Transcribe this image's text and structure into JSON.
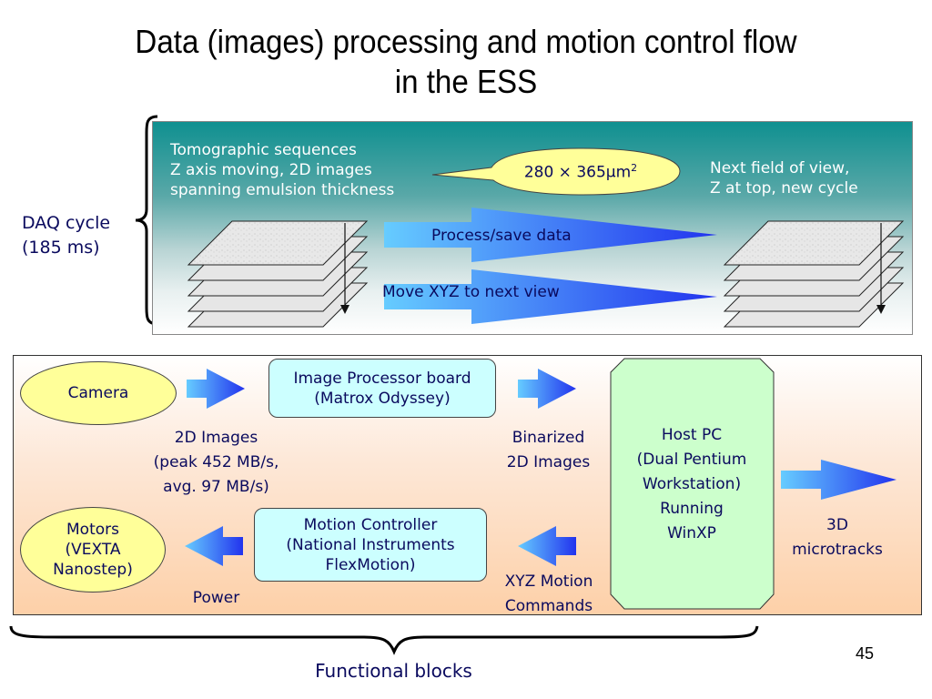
{
  "slide": {
    "title_line1": "Data (images) processing and motion control flow",
    "title_line2": "in the ESS",
    "page_number": "45"
  },
  "daq_cycle": {
    "label_line1": "DAQ cycle",
    "label_line2": "(185 ms)",
    "tomographic_line1": "Tomographic sequences",
    "tomographic_line2": "Z axis moving, 2D images",
    "tomographic_line3": "spanning emulsion thickness",
    "field_size_base": "280 × 365μm",
    "field_size_sup": "2",
    "next_fov_line1": "Next field of view,",
    "next_fov_line2": "Z at top, new cycle",
    "process_arrow": "Process/save data",
    "move_arrow": "Move XYZ to next view"
  },
  "functional_blocks": {
    "camera": "Camera",
    "image_processor_line1": "Image Processor board",
    "image_processor_line2": "(Matrox Odyssey)",
    "images_label_line1": "2D Images",
    "images_label_line2": "(peak 452 MB/s,",
    "images_label_line3": "avg. 97 MB/s)",
    "binarized_line1": "Binarized",
    "binarized_line2": "2D Images",
    "host_line1": "Host PC",
    "host_line2": "(Dual Pentium",
    "host_line3": "Workstation)",
    "host_line4": "Running",
    "host_line5": "WinXP",
    "output_line1": "3D",
    "output_line2": "microtracks",
    "motors_line1": "Motors",
    "motors_line2": "(VEXTA",
    "motors_line3": "Nanostep)",
    "motion_ctrl_line1": "Motion Controller",
    "motion_ctrl_line2": "(National Instruments",
    "motion_ctrl_line3": "FlexMotion)",
    "power_label": "Power",
    "xyz_line1": "XYZ Motion",
    "xyz_line2": "Commands",
    "caption": "Functional blocks"
  },
  "colors": {
    "text_navy": "#0a0a5e",
    "teal_top": "#0f9090",
    "ellipse_yellow": "#ffff99",
    "box_cyan": "#ccffff",
    "host_green": "#ccffcc",
    "arrow_light": "#66ccff",
    "arrow_dark": "#3333ee"
  }
}
